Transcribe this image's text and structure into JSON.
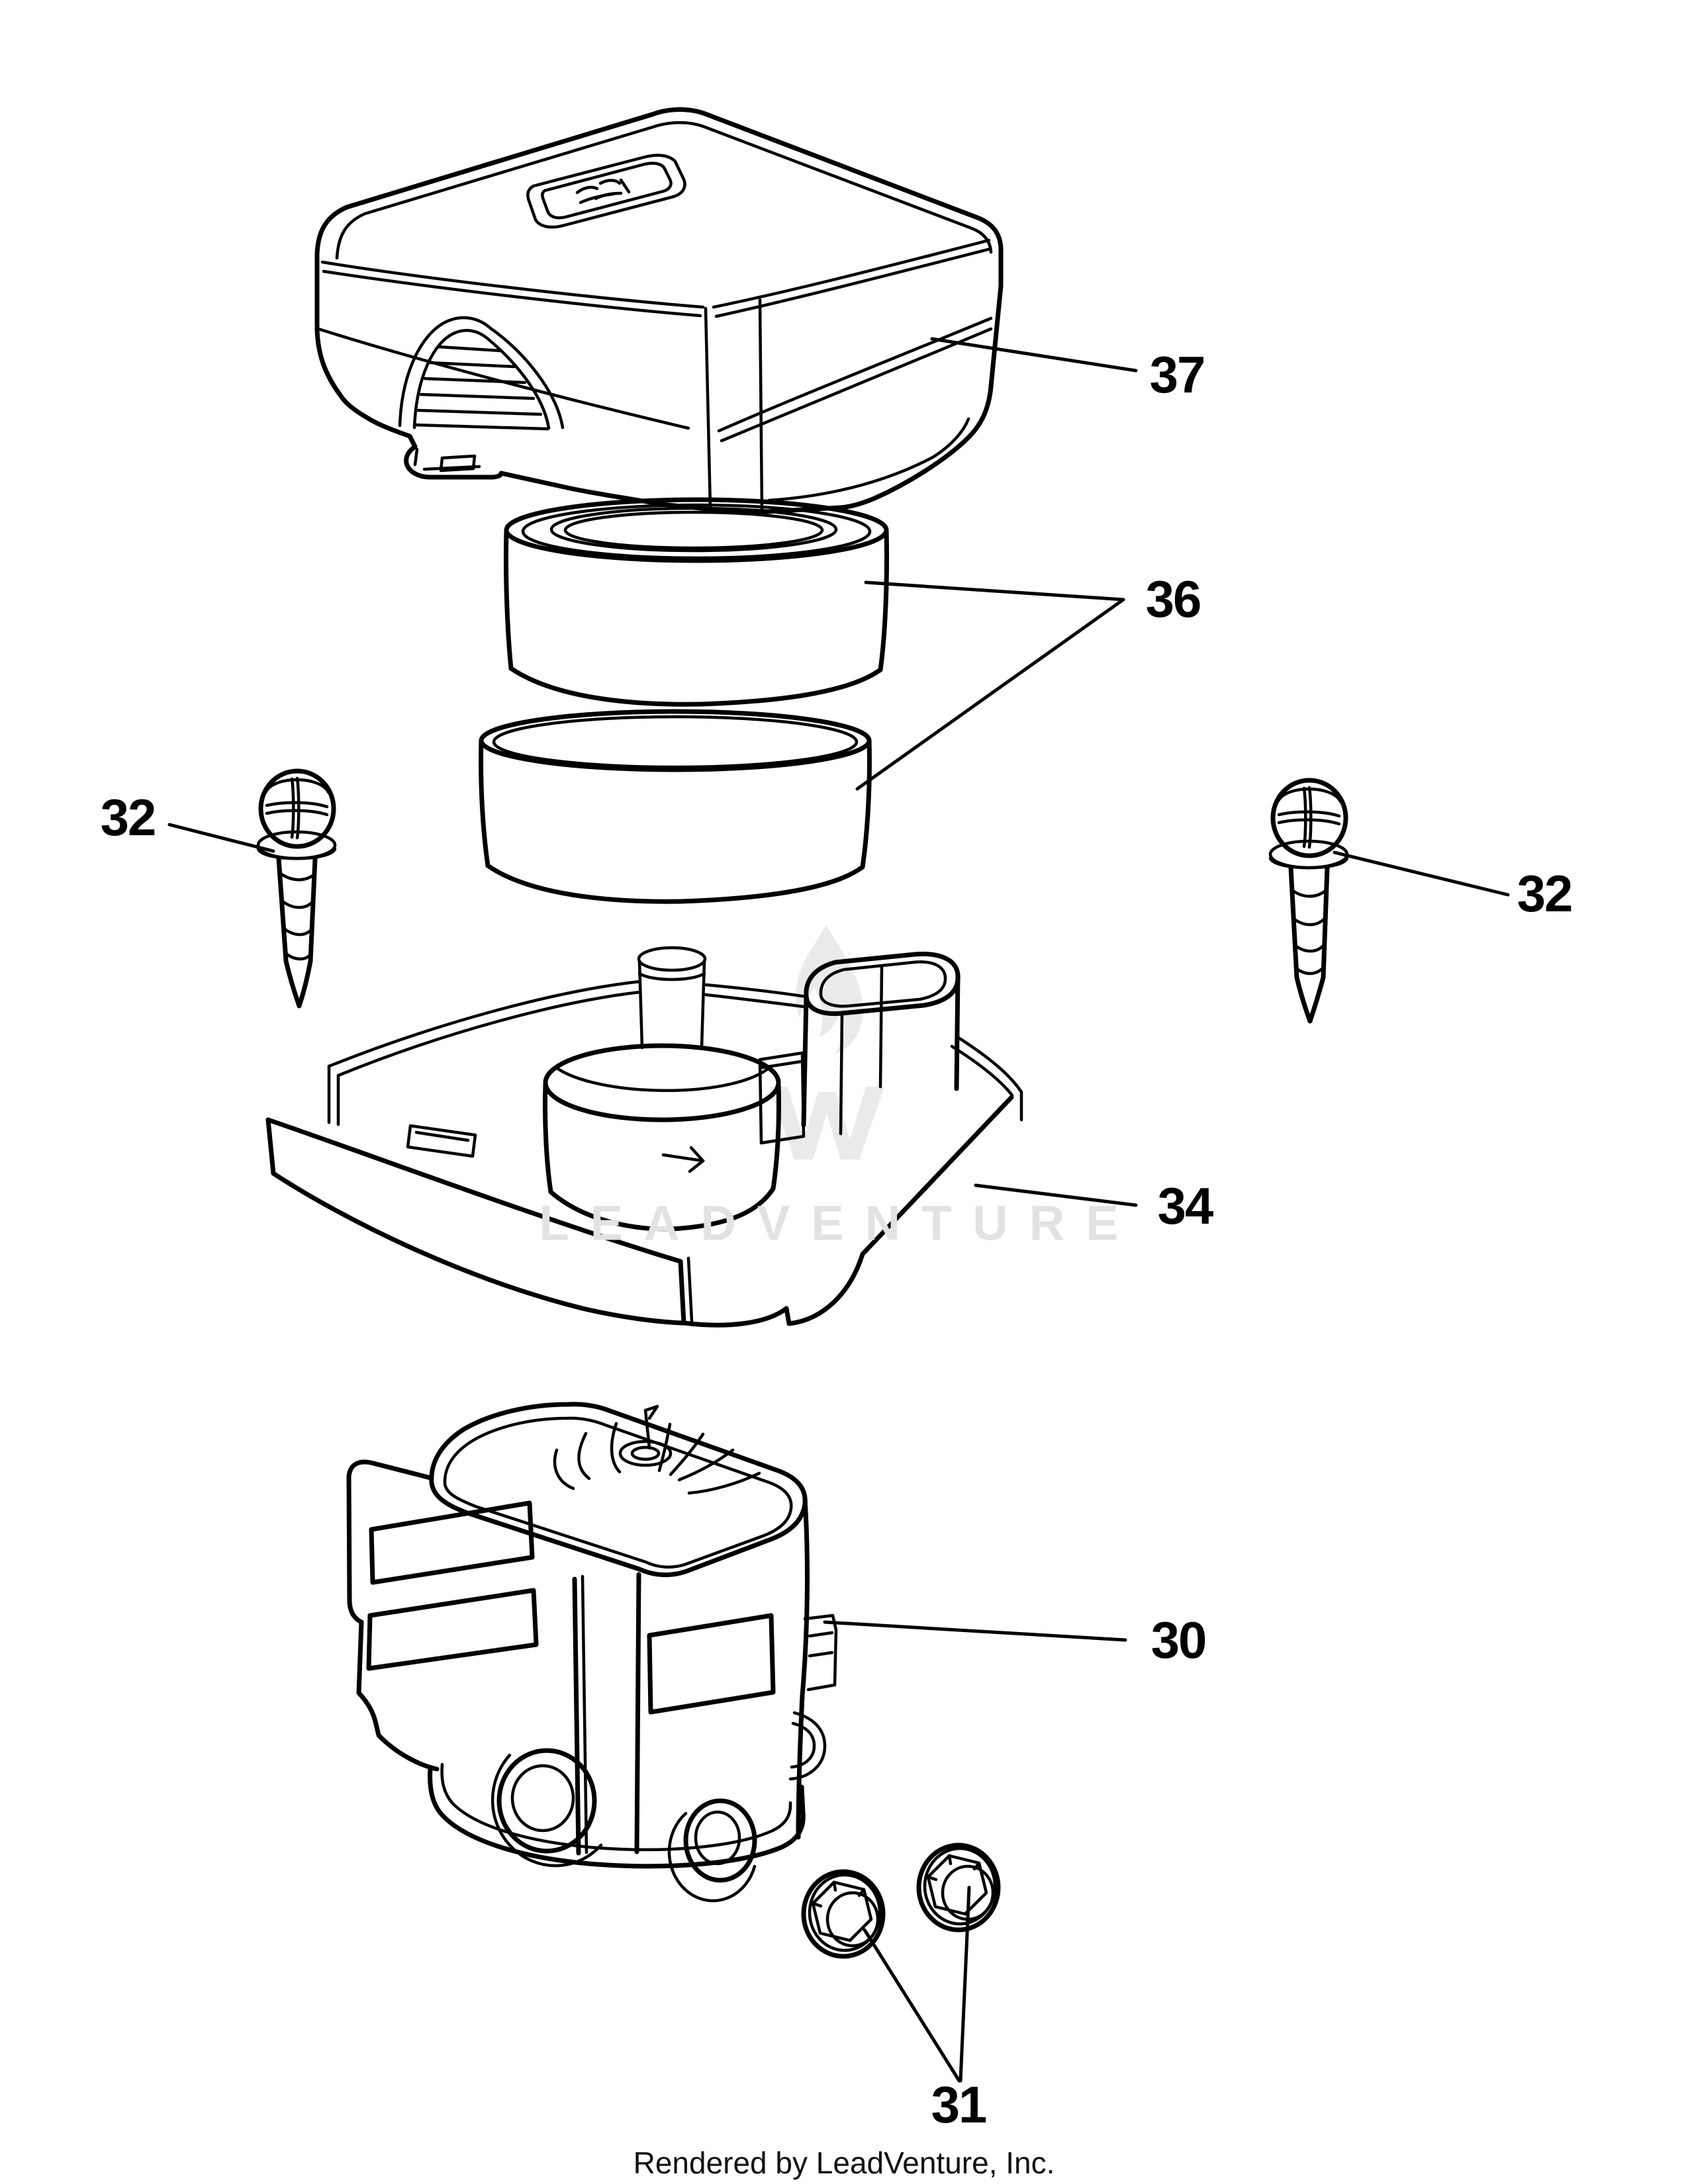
{
  "callouts": {
    "cover": {
      "label": "37"
    },
    "filters": {
      "label": "36"
    },
    "screw_left": {
      "label": "32"
    },
    "screw_right": {
      "label": "32"
    },
    "base": {
      "label": "34"
    },
    "housing": {
      "label": "30"
    },
    "bolts": {
      "label": "31"
    }
  },
  "watermark": {
    "text": "LEADVENTURE"
  },
  "footer": {
    "credit": "Rendered by LeadVenture, Inc."
  },
  "colors": {
    "line": "#000000",
    "background": "#ffffff",
    "watermark_text": "#e2e2e2",
    "watermark_logo": "#eaeaea"
  }
}
